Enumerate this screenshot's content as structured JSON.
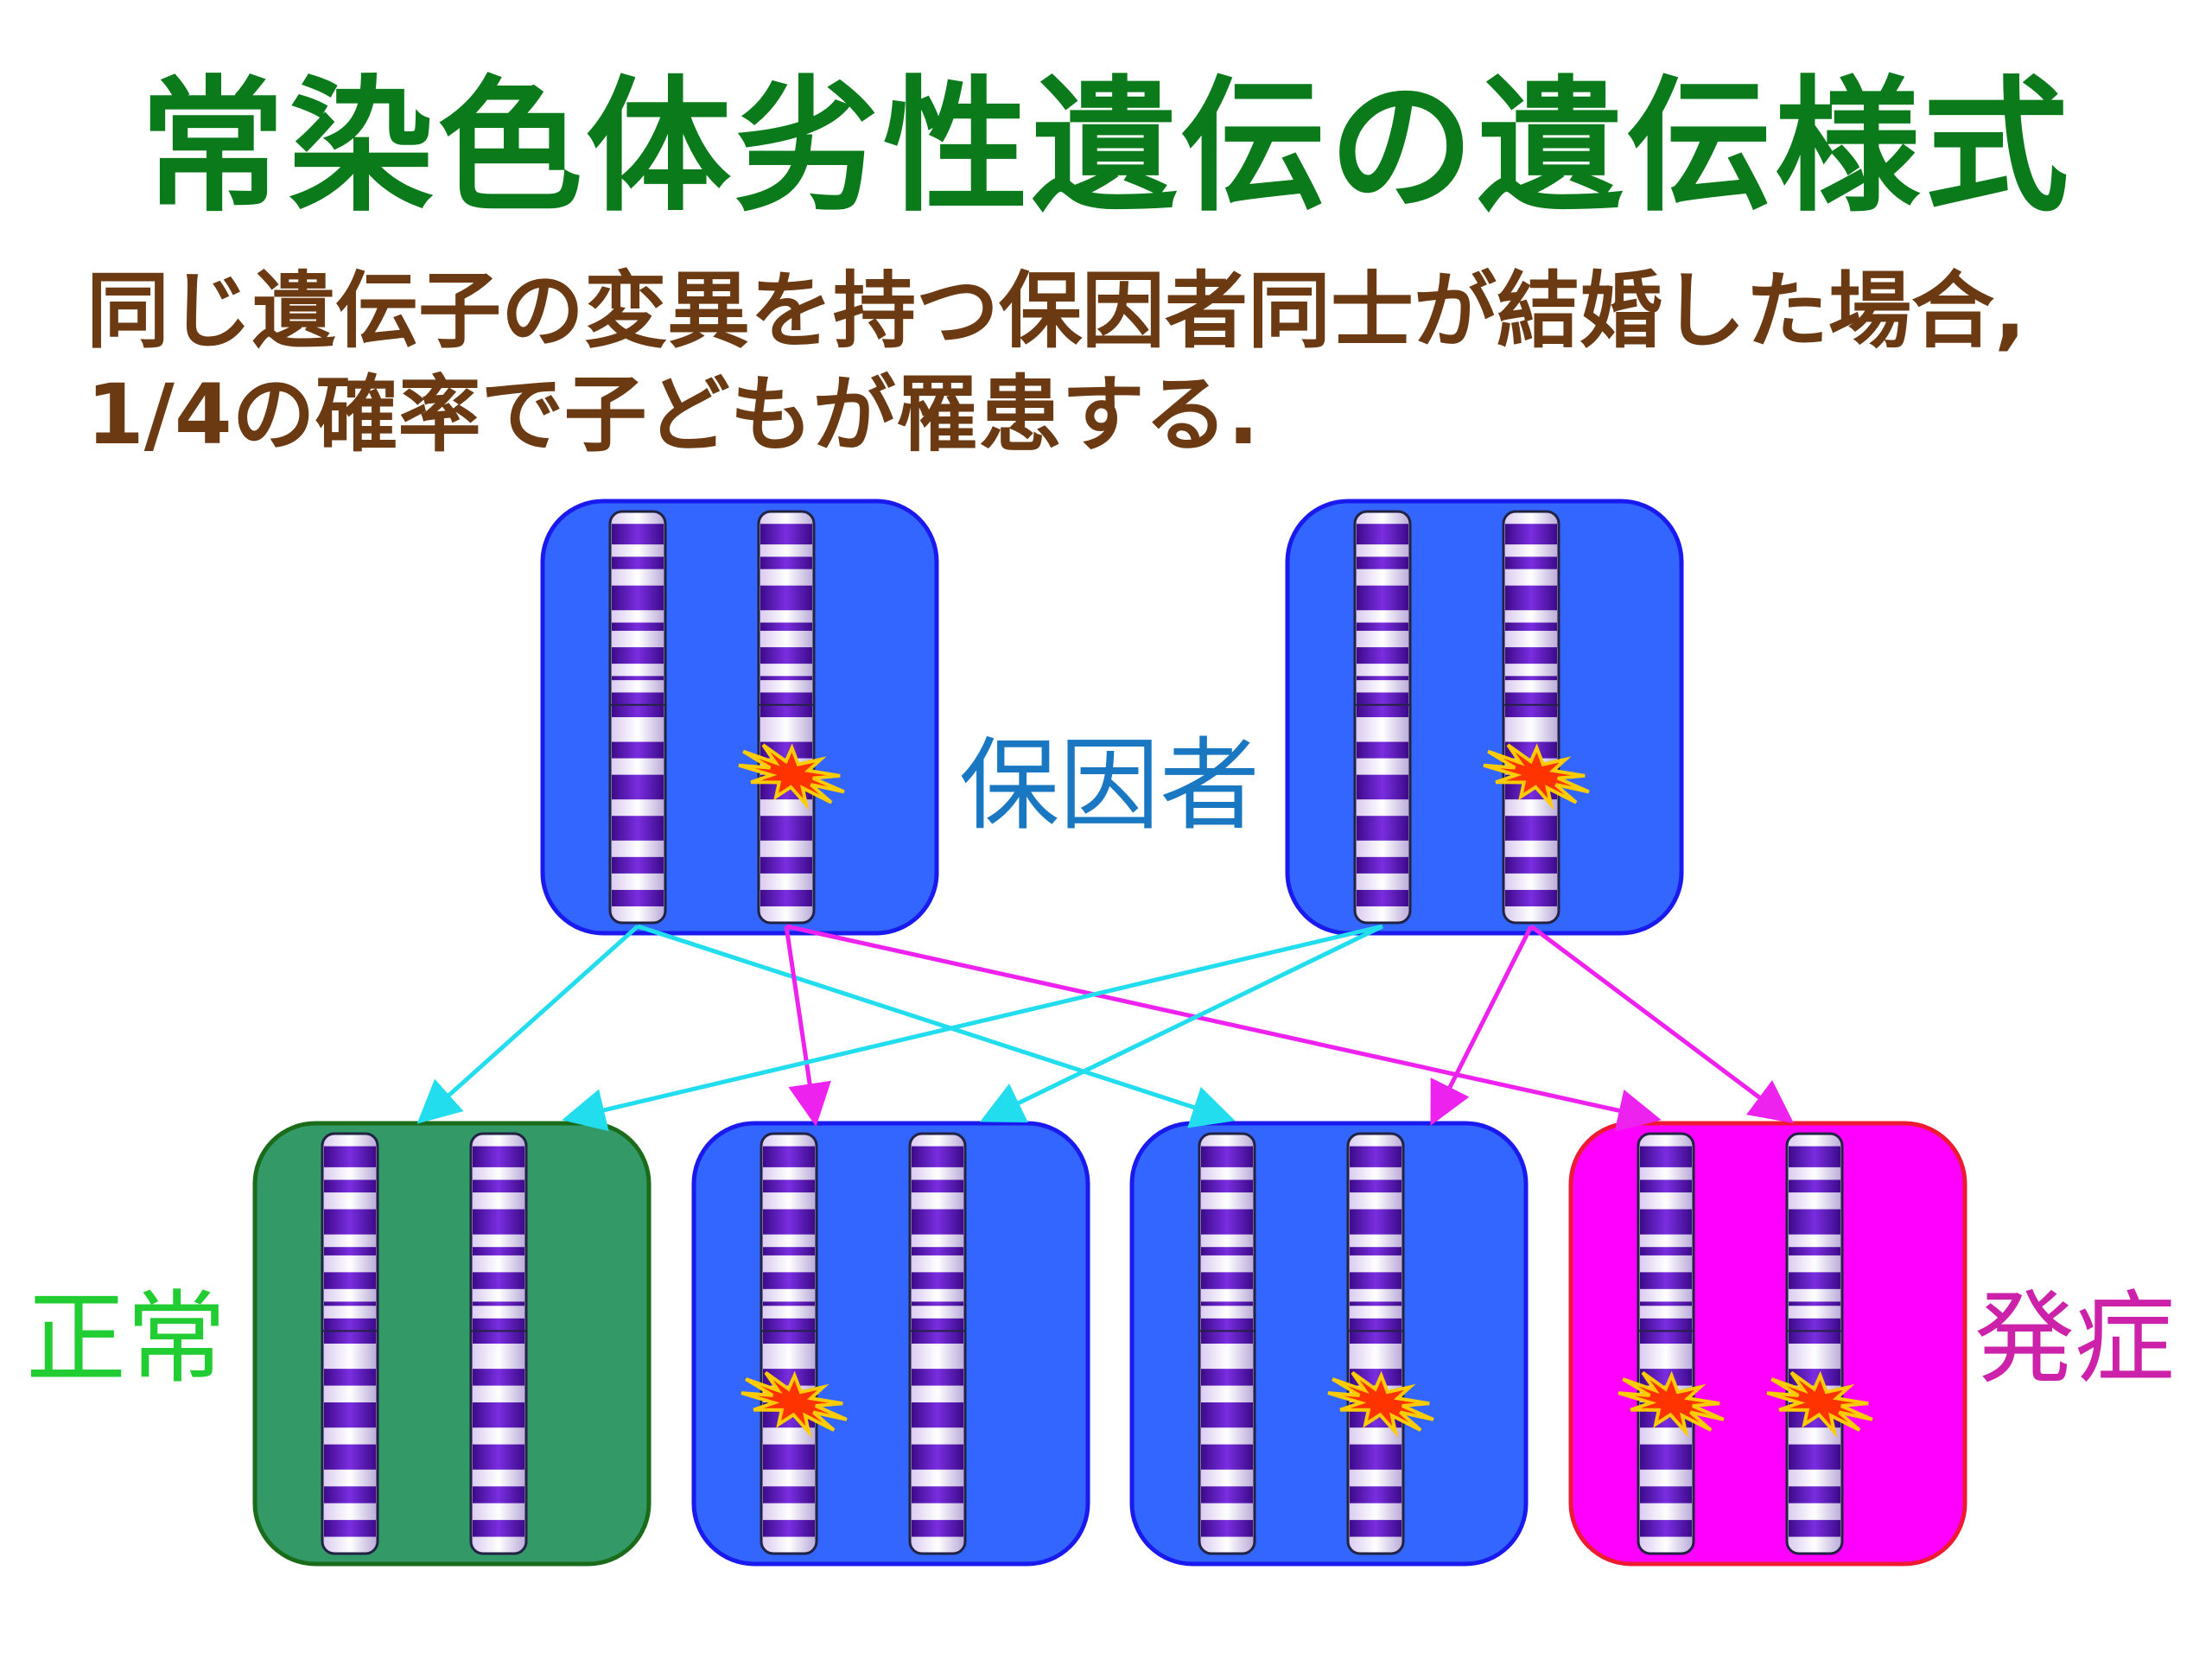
{
  "title": "常染色体劣性遺伝の遺伝様式",
  "description": {
    "line1": "同じ遺伝子の変異を持つ保因者同士が結婚した場合,",
    "line2": "1/4の確率で子どもが罹患する."
  },
  "labels": {
    "carrier": "保因者",
    "normal": "正常",
    "affected": "発症"
  },
  "colors": {
    "title": "#0a7a1a",
    "description": "#6b3a12",
    "carrier_box": "#3366ff",
    "normal_box": "#339966",
    "affected_box": "#ff00ff",
    "normal_allele_arrow": "#22ddee",
    "mutant_allele_arrow": "#ee22ee",
    "mutation_mark": "#ff3300"
  },
  "parents": [
    {
      "role": "carrier",
      "chromosomes": [
        {
          "mutated": false
        },
        {
          "mutated": true
        }
      ]
    },
    {
      "role": "carrier",
      "chromosomes": [
        {
          "mutated": false
        },
        {
          "mutated": true
        }
      ]
    }
  ],
  "children": [
    {
      "status": "normal",
      "chromosomes": [
        {
          "mutated": false
        },
        {
          "mutated": false
        }
      ]
    },
    {
      "status": "carrier",
      "chromosomes": [
        {
          "mutated": true
        },
        {
          "mutated": false
        }
      ]
    },
    {
      "status": "carrier",
      "chromosomes": [
        {
          "mutated": false
        },
        {
          "mutated": true
        }
      ]
    },
    {
      "status": "affected",
      "chromosomes": [
        {
          "mutated": true
        },
        {
          "mutated": true
        }
      ]
    }
  ],
  "inheritance": [
    {
      "from_parent": 0,
      "from_chromosome": 0,
      "to_child": 0,
      "allele": "normal"
    },
    {
      "from_parent": 0,
      "from_chromosome": 0,
      "to_child": 2,
      "allele": "normal"
    },
    {
      "from_parent": 0,
      "from_chromosome": 1,
      "to_child": 1,
      "allele": "mutant"
    },
    {
      "from_parent": 0,
      "from_chromosome": 1,
      "to_child": 3,
      "allele": "mutant"
    },
    {
      "from_parent": 1,
      "from_chromosome": 0,
      "to_child": 0,
      "allele": "normal"
    },
    {
      "from_parent": 1,
      "from_chromosome": 0,
      "to_child": 1,
      "allele": "normal"
    },
    {
      "from_parent": 1,
      "from_chromosome": 1,
      "to_child": 2,
      "allele": "mutant"
    },
    {
      "from_parent": 1,
      "from_chromosome": 1,
      "to_child": 3,
      "allele": "mutant"
    }
  ]
}
